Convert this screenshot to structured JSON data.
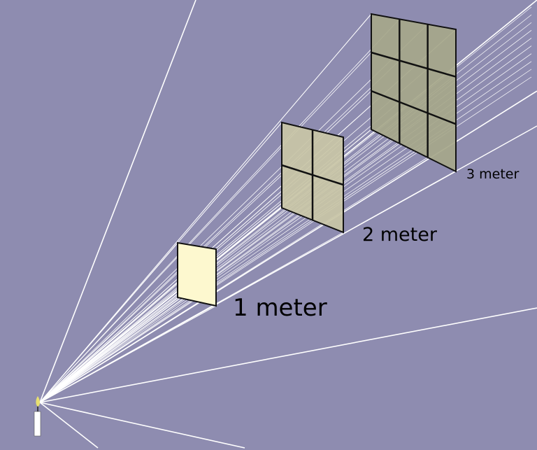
{
  "labels": {
    "distance_1": "1 meter",
    "distance_2": "2 meter",
    "distance_3": "3 meter"
  },
  "panels": [
    {
      "distance_m": 1,
      "grid": [
        1,
        1
      ],
      "color": "#fdf8cf"
    },
    {
      "distance_m": 2,
      "grid": [
        2,
        2
      ],
      "color": "#c9c6a6"
    },
    {
      "distance_m": 3,
      "grid": [
        3,
        3
      ],
      "color": "#a6a78a"
    }
  ],
  "colors": {
    "background": "#8e8cb0",
    "rays": "#ffffff",
    "flame": "#e8e070",
    "candle": "#ffffff"
  }
}
